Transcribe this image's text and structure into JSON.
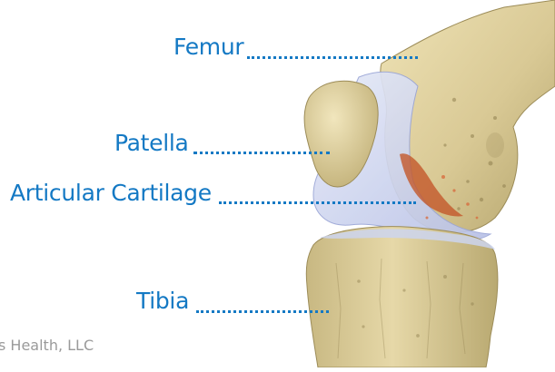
{
  "colors": {
    "label": "#1479c4",
    "leader": "#1479c4",
    "bone": "#dccd9c",
    "bone_shadow": "#a99a63",
    "cartilage": "#c9d2ee",
    "damage": "#c3572b",
    "credit": "#9a9a9a"
  },
  "labels": {
    "femur": "Femur",
    "patella": "Patella",
    "cartilage": "Articular Cartilage",
    "tibia": "Tibia"
  },
  "credit": "s Health, LLC"
}
